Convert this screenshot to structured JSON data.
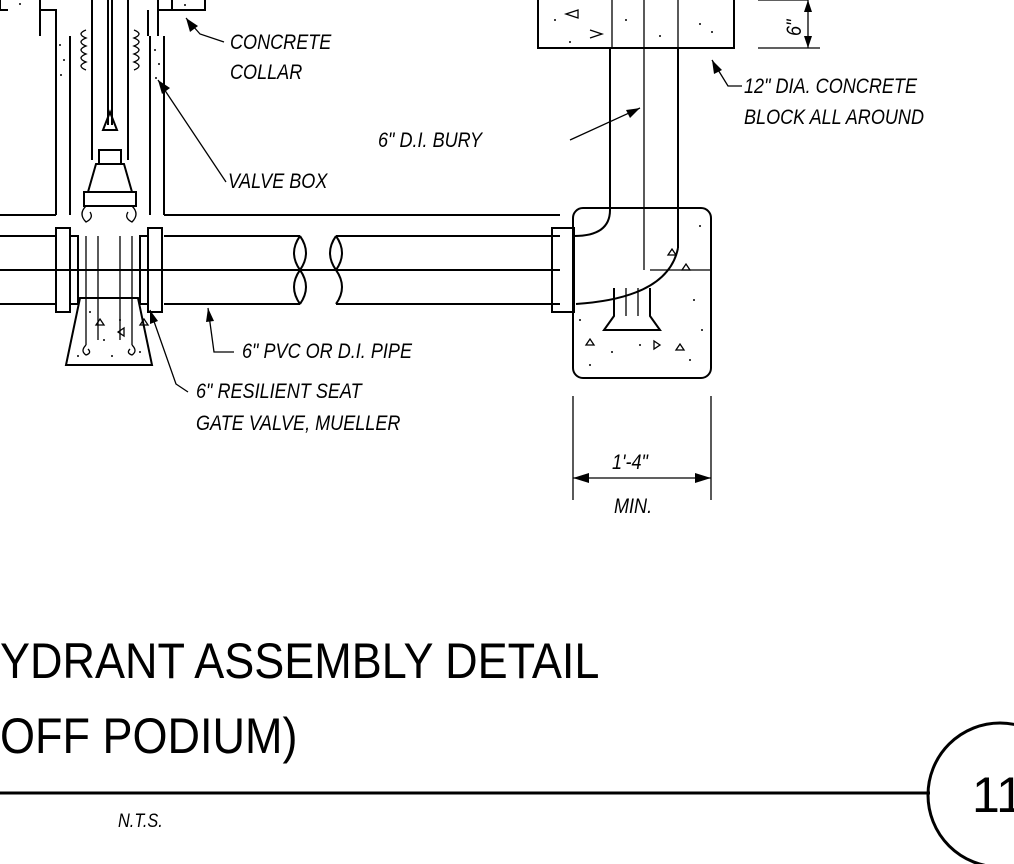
{
  "labels": {
    "concrete_collar_1": "CONCRETE",
    "concrete_collar_2": "COLLAR",
    "concrete_block_1": "12\" DIA. CONCRETE",
    "concrete_block_2": "BLOCK ALL AROUND",
    "bury": "6\" D.I. BURY",
    "valve_box": "VALVE BOX",
    "pipe": "6\" PVC OR D.I. PIPE",
    "gate_valve_1": "6\" RESILIENT SEAT",
    "gate_valve_2": "GATE VALVE, MUELLER",
    "dim_width": "1'-4\"",
    "dim_min": "MIN.",
    "dim_depth": "6\""
  },
  "title": {
    "line1": "YDRANT ASSEMBLY DETAIL",
    "line2": "OFF PODIUM)",
    "scale": "N.T.S.",
    "detail_number": "11"
  }
}
